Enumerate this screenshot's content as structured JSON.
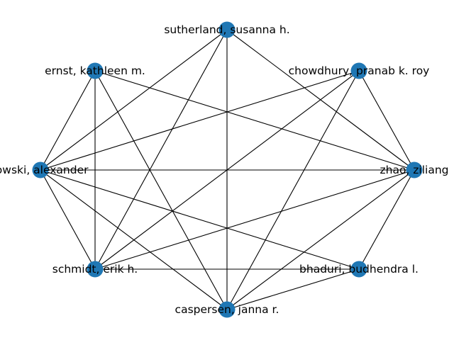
{
  "colors": {
    "node": "#1f77b4",
    "edge": "#000000",
    "label": "#000000",
    "background": "#ffffff"
  },
  "graph": {
    "nodes": [
      {
        "id": "sutherland",
        "label": "sutherland, susanna h."
      },
      {
        "id": "chowdhury",
        "label": "chowdhury, pranab k. roy"
      },
      {
        "id": "zhao",
        "label": "zhao, ziliang"
      },
      {
        "id": "bhaduri",
        "label": "bhaduri, budhendra l."
      },
      {
        "id": "caspersen",
        "label": "caspersen, janna r."
      },
      {
        "id": "schmidt",
        "label": "schmidt, erik h."
      },
      {
        "id": "lowski",
        "label": "lowski, alexander"
      },
      {
        "id": "ernst",
        "label": "ernst, kathleen m."
      }
    ],
    "edges": [
      [
        "sutherland",
        "zhao"
      ],
      [
        "sutherland",
        "caspersen"
      ],
      [
        "sutherland",
        "schmidt"
      ],
      [
        "sutherland",
        "lowski"
      ],
      [
        "chowdhury",
        "zhao"
      ],
      [
        "chowdhury",
        "caspersen"
      ],
      [
        "chowdhury",
        "schmidt"
      ],
      [
        "chowdhury",
        "lowski"
      ],
      [
        "zhao",
        "bhaduri"
      ],
      [
        "zhao",
        "caspersen"
      ],
      [
        "zhao",
        "schmidt"
      ],
      [
        "zhao",
        "lowski"
      ],
      [
        "zhao",
        "ernst"
      ],
      [
        "bhaduri",
        "caspersen"
      ],
      [
        "bhaduri",
        "schmidt"
      ],
      [
        "bhaduri",
        "lowski"
      ],
      [
        "caspersen",
        "lowski"
      ],
      [
        "caspersen",
        "ernst"
      ],
      [
        "schmidt",
        "lowski"
      ],
      [
        "schmidt",
        "ernst"
      ],
      [
        "lowski",
        "ernst"
      ]
    ]
  }
}
